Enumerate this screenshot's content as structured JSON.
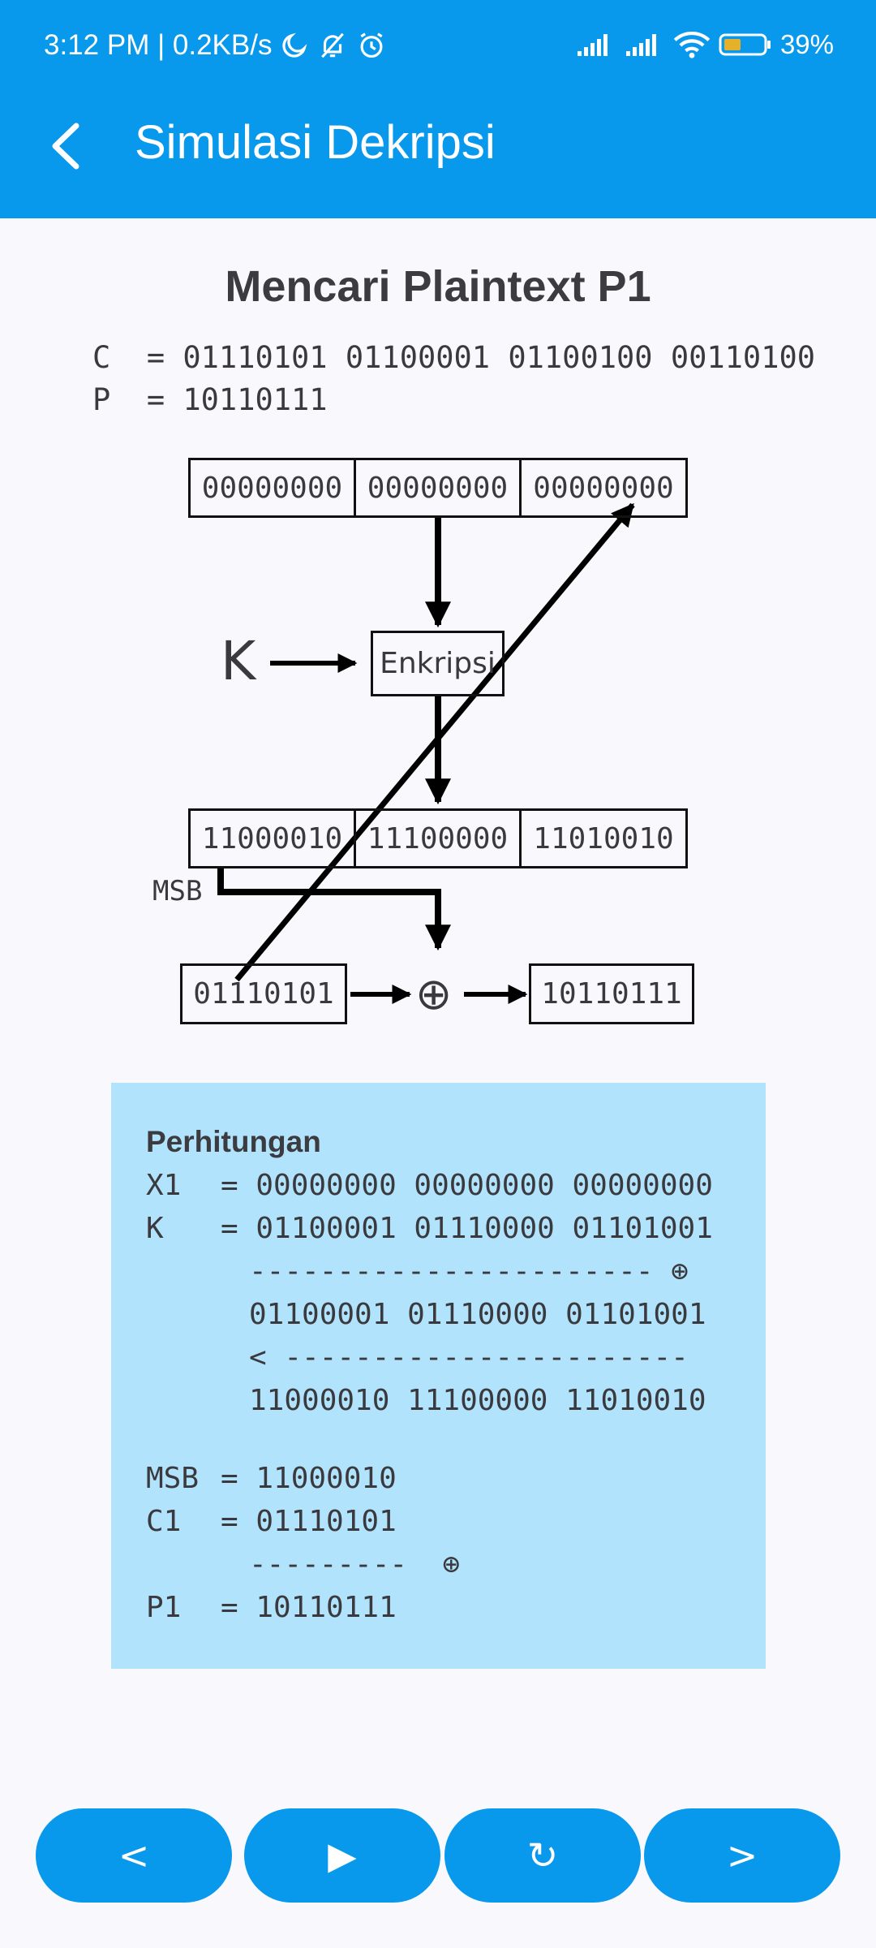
{
  "status_bar": {
    "time_speed": "3:12 PM | 0.2KB/s",
    "battery": "39%",
    "icons": [
      "moon-icon",
      "bell-off-icon",
      "alarm-icon",
      "signal-icon",
      "signal-icon",
      "wifi-icon",
      "battery-icon"
    ]
  },
  "app_bar": {
    "title": "Simulasi Dekripsi",
    "back_icon": "chevron-left-icon"
  },
  "heading": "Mencari Plaintext P1",
  "cipher_line": "C  = 01110101 01100001 01100100 00110100",
  "plain_line": "P  = 10110111",
  "diagram": {
    "register_top": [
      "00000000",
      "00000000",
      "00000000"
    ],
    "key_label": "K",
    "encrypt_label": "Enkripsi",
    "register_out": [
      "11000010",
      "11100000",
      "11010010"
    ],
    "msb_label": "MSB",
    "cipher_in": "01110101",
    "xor_symbol": "⊕",
    "plain_out": "10110111"
  },
  "calculation": {
    "title": "Perhitungan",
    "rows": {
      "x1_key": "X1",
      "x1_val": "= 00000000 00000000 00000000",
      "k_key": "K",
      "k_val": "= 01100001 01110000 01101001",
      "dash1": "----------------------- ⊕",
      "res1": "01100001 01110000 01101001",
      "shift": "< -----------------------",
      "res2": "11000010 11100000 11010010",
      "msb_key": "MSB",
      "msb_val": "= 11000010",
      "c1_key": "C1",
      "c1_val": "= 01110101",
      "dash2": "---------  ⊕",
      "p1_key": "P1",
      "p1_val": "= 10110111"
    }
  },
  "nav": {
    "prev": "<",
    "play": "▶",
    "reset": "↻",
    "next": ">"
  }
}
